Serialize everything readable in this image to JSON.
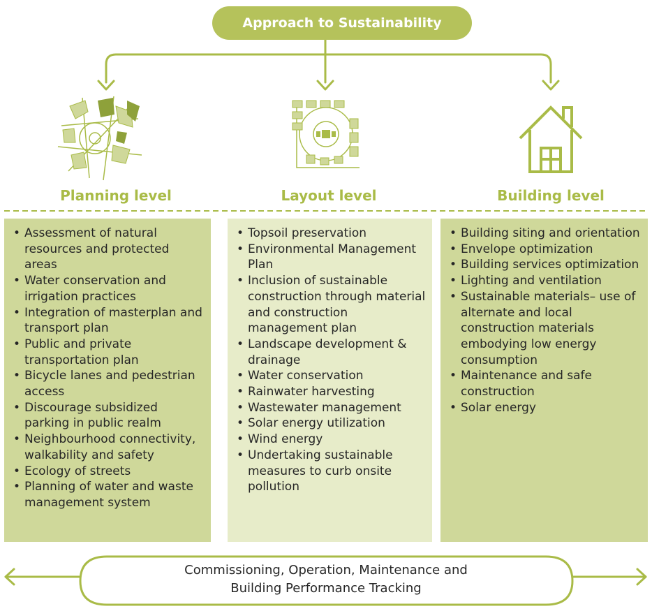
{
  "title": "Approach to Sustainability",
  "levels": [
    {
      "title": "Planning level",
      "items": [
        "Assessment of natural resources and protected areas",
        "Water conservation and irrigation practices",
        "Integration of masterplan and transport plan",
        "Public and private transportation plan",
        "Bicycle lanes and pedestrian access",
        "Discourage subsidized parking in public realm",
        "Neighbourhood connectivity, walkability and safety",
        "Ecology of streets",
        "Planning of water and waste management system"
      ]
    },
    {
      "title": "Layout level",
      "items": [
        "Topsoil preservation",
        "Environmental Management Plan",
        "Inclusion of sustainable construction through material and construction management plan",
        "Landscape development & drainage",
        "Water conservation",
        "Rainwater harvesting",
        "Wastewater management",
        "Solar energy utilization",
        "Wind energy",
        "Undertaking sustainable measures to curb onsite pollution"
      ]
    },
    {
      "title": "Building level",
      "items": [
        "Building siting and orientation",
        "Envelope optimization",
        "Building services optimization",
        "Lighting and ventilation",
        "Sustainable materials– use of alternate and local construction materials embodying low energy consumption",
        "Maintenance and safe construction",
        "Solar energy"
      ]
    }
  ],
  "bottom": {
    "line1": "Commissioning, Operation, Maintenance and",
    "line2": "Building Performance Tracking"
  },
  "icons": [
    "planning-map-icon",
    "layout-plan-icon",
    "house-icon"
  ],
  "colors": {
    "accent": "#b5c25b",
    "title_green": "#a9bb47",
    "panel_dark": "#cfd89a",
    "panel_light": "#e7ecc9",
    "line": "#a9bb47"
  }
}
